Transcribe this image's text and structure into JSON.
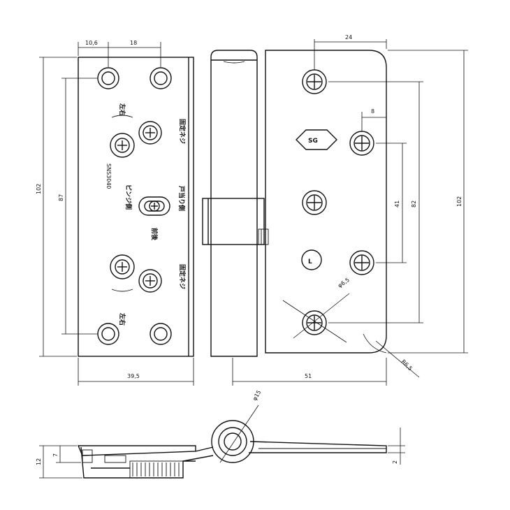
{
  "left_leaf": {
    "dims": {
      "top_offset": "10,6",
      "top_spacing": "18",
      "height_outer": "102",
      "height_inner": "87",
      "width": "39,5"
    },
    "labels": {
      "left_right_top": "左右",
      "left_right_bottom": "左右",
      "fixing_screw_top": "固定ネジ",
      "fixing_screw_bottom": "固定ネジ",
      "model": "SNS3040",
      "pin_side": "ピンジ側",
      "door_stop_side": "戸当り側",
      "front_back": "前後"
    }
  },
  "right_leaf": {
    "dims": {
      "top_offset": "24",
      "small_offset": "8",
      "hole_spacing": "41",
      "height_inner": "82",
      "height_outer": "102",
      "width": "51",
      "hole_dia": "φ6,5",
      "radius": "R6,5"
    },
    "labels": {
      "brand": "SG",
      "hand_mark": "L"
    }
  },
  "section": {
    "dims": {
      "total_thickness": "12",
      "leaf_thickness": "7",
      "plate": "2",
      "knuckle_dia": "φ15"
    }
  }
}
